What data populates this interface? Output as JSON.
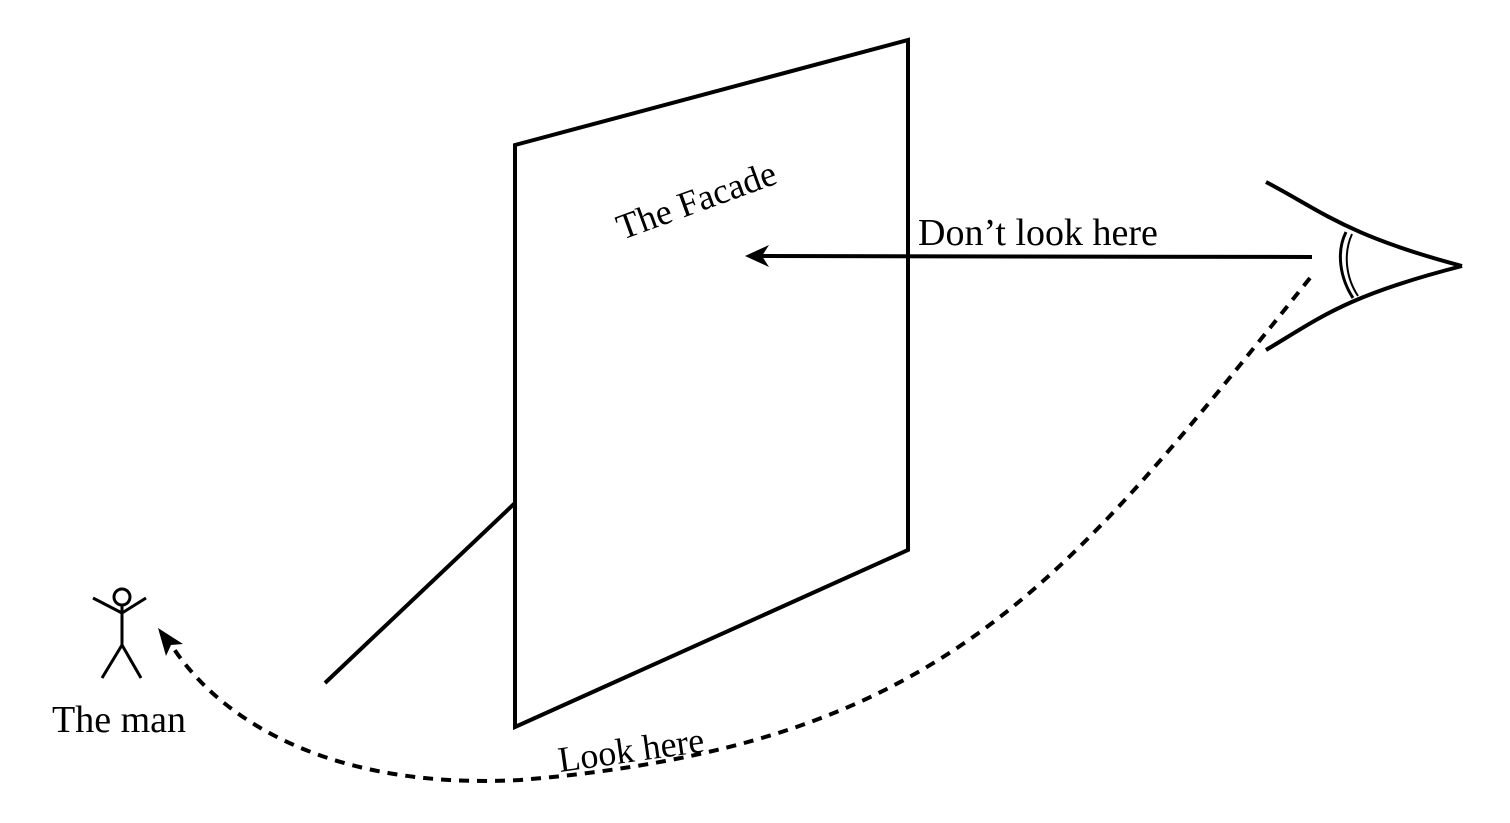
{
  "labels": {
    "facade": "The Facade",
    "dont_look": "Don’t look here",
    "look": "Look here",
    "man": "The man"
  },
  "icons": {
    "person": "stick-figure-icon",
    "eye": "eye-icon"
  },
  "colors": {
    "stroke": "#000000",
    "background": "#ffffff"
  }
}
